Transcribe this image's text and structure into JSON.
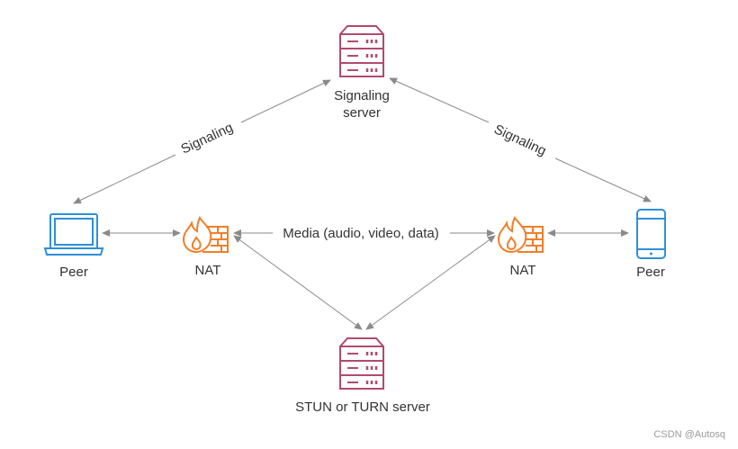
{
  "nodes": {
    "signaling_server": {
      "label_line1": "Signaling",
      "label_line2": "server"
    },
    "stun_turn_server": {
      "label": "STUN or TURN server"
    },
    "peer_left": {
      "label": "Peer"
    },
    "peer_right": {
      "label": "Peer"
    },
    "nat_left": {
      "label": "NAT"
    },
    "nat_right": {
      "label": "NAT"
    }
  },
  "edges": {
    "signaling_left": "Signaling",
    "signaling_right": "Signaling",
    "media": "Media (audio, video, data)"
  },
  "colors": {
    "server": "#b24a6e",
    "nat": "#f07f2a",
    "peer": "#2e8fd8",
    "edge": "#8a8a8a"
  },
  "icons": {
    "server": "server-rack-icon",
    "nat": "firewall-flame-icon",
    "peer_left": "laptop-icon",
    "peer_right": "smartphone-icon"
  },
  "watermark": "CSDN @Autosq"
}
